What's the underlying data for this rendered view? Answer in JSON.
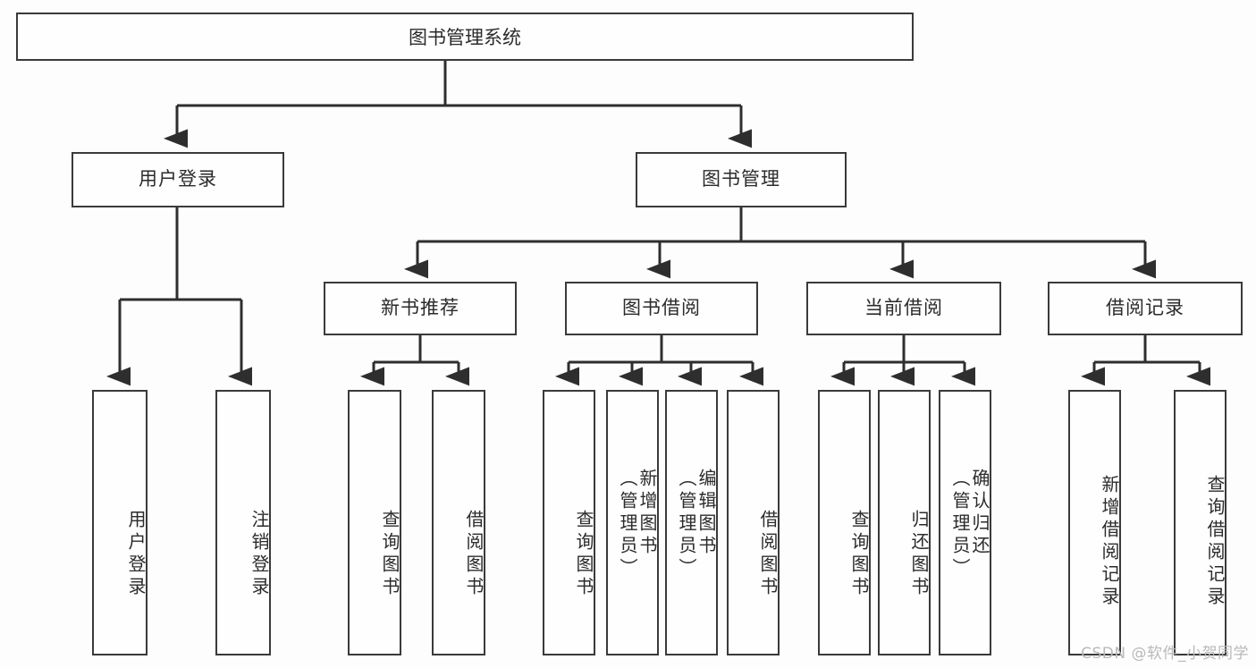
{
  "diagram": {
    "title": "图书管理系统",
    "type": "tree",
    "background_color": "#fdfdfd",
    "stroke_color": "#3a3a3a",
    "levels": {
      "level1": [
        "图书管理系统"
      ],
      "level2": [
        "用户登录",
        "图书管理"
      ],
      "level3": [
        "新书推荐",
        "图书借阅",
        "当前借阅",
        "借阅记录"
      ],
      "level4": [
        "用户登录",
        "注销登录",
        "查询图书",
        "借阅图书",
        "查询图书",
        "新增图书（管理员）",
        "编辑图书（管理员）",
        "借阅图书",
        "查询图书",
        "归还图书",
        "确认归还（管理员）",
        "新增借阅记录",
        "查询借阅记录"
      ]
    },
    "nodes": {
      "root": {
        "label": "图书管理系统"
      },
      "user_login": {
        "label": "用户登录"
      },
      "book_manage": {
        "label": "图书管理"
      },
      "new_book_rec": {
        "label": "新书推荐"
      },
      "book_borrow": {
        "label": "图书借阅"
      },
      "current_borrow": {
        "label": "当前借阅"
      },
      "borrow_record": {
        "label": "借阅记录"
      },
      "leaf_user_login": {
        "label": "用户登录"
      },
      "leaf_logout": {
        "label": "注销登录"
      },
      "leaf_query_book_1": {
        "label": "查询图书"
      },
      "leaf_borrow_book_1": {
        "label": "借阅图书"
      },
      "leaf_query_book_2": {
        "label": "查询图书"
      },
      "leaf_add_book": {
        "label": "新增图书\n（管理员）"
      },
      "leaf_edit_book": {
        "label": "编辑图书\n（管理员）"
      },
      "leaf_borrow_book_2": {
        "label": "借阅图书"
      },
      "leaf_query_book_3": {
        "label": "查询图书"
      },
      "leaf_return_book": {
        "label": "归还图书"
      },
      "leaf_confirm_return": {
        "label": "确认归还\n（管理员）"
      },
      "leaf_add_record": {
        "label": "新增借阅记录"
      },
      "leaf_query_record": {
        "label": "查询借阅记录"
      }
    },
    "watermark": "CSDN @软件_小贺同学"
  }
}
